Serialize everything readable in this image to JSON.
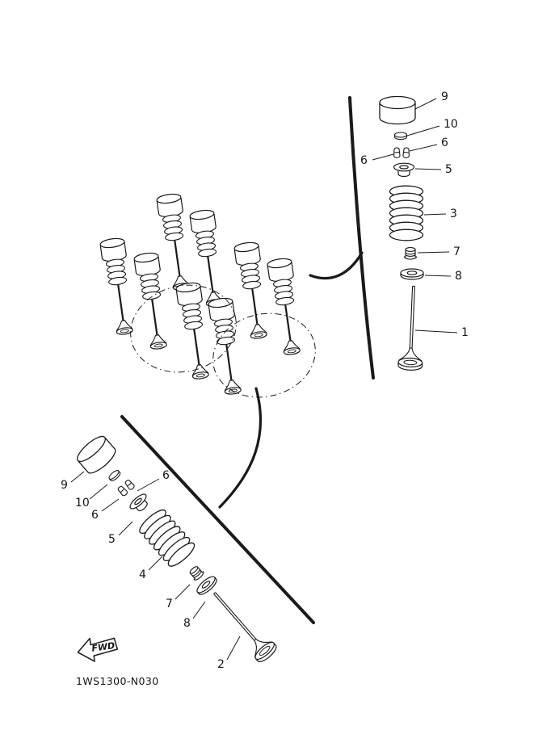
{
  "figure": {
    "part_code": "1WS1300-N030",
    "fwd_label": "FWD"
  },
  "intake_view": {
    "lifter": "9",
    "pad": "10",
    "cotter_a": "6",
    "cotter_b": "6",
    "retainer": "5",
    "spring": "3",
    "seal": "7",
    "seat": "8",
    "valve": "1"
  },
  "exhaust_view": {
    "lifter": "9",
    "pad": "10",
    "cotter_a": "6",
    "cotter_b": "6",
    "retainer": "5",
    "spring": "4",
    "seal": "7",
    "seat": "8",
    "valve": "2"
  }
}
